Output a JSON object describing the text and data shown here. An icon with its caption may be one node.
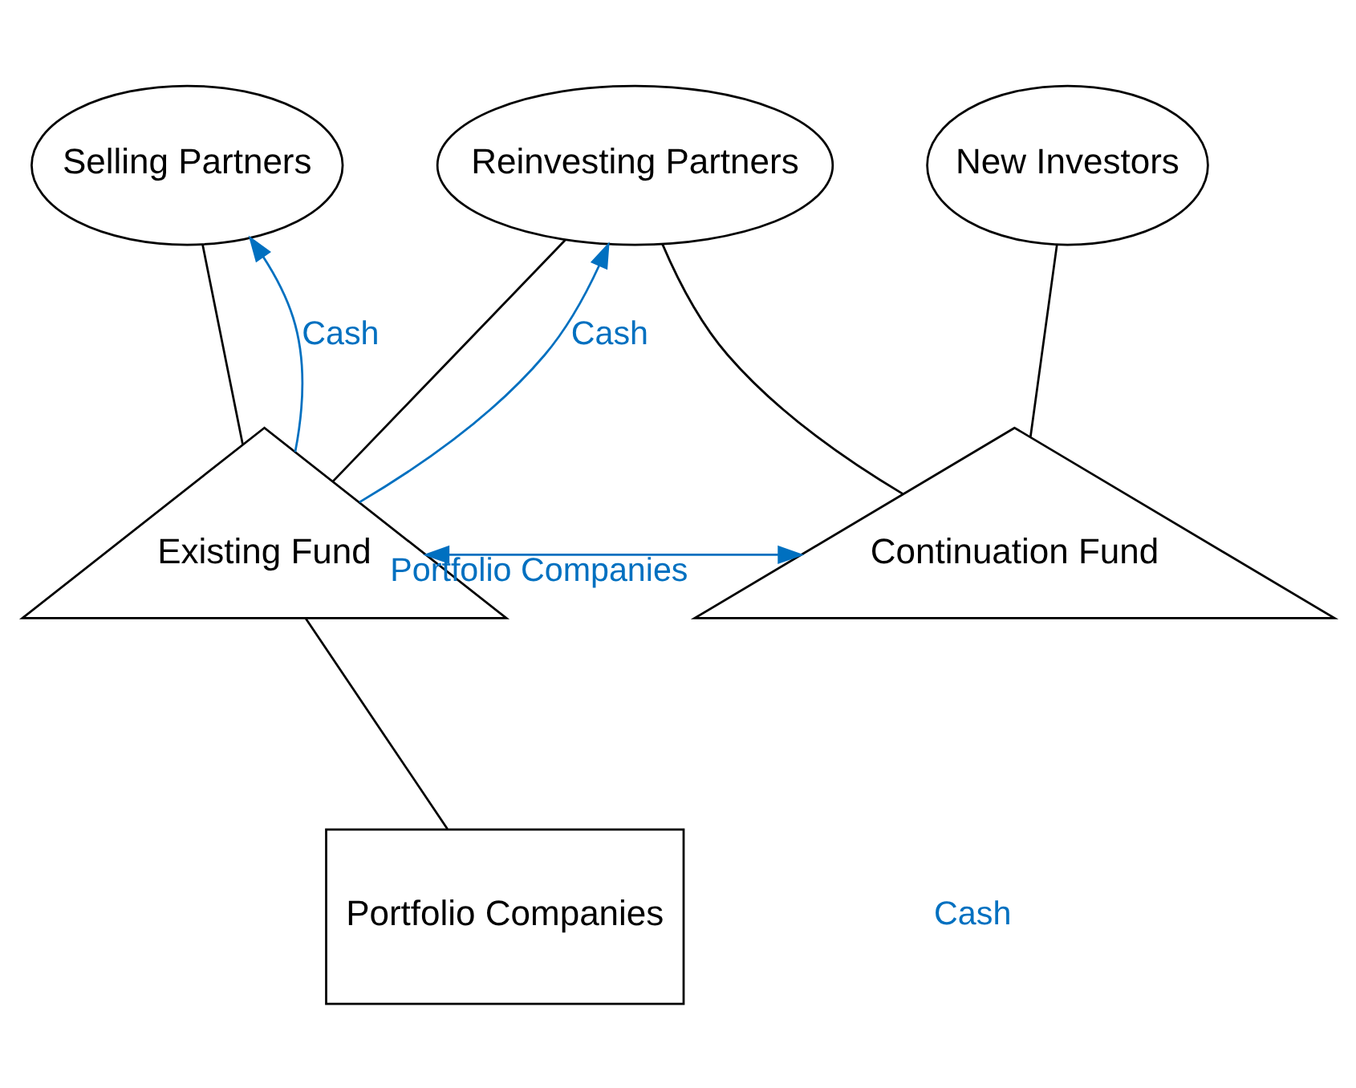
{
  "diagram": {
    "nodes": [
      {
        "text": [
          "Selling Partners"
        ]
      },
      {
        "text": [
          "Reinvesting Partners"
        ]
      },
      {
        "text": [
          "New Investors"
        ]
      },
      {
        "text": [
          "Existing Fund"
        ]
      },
      {
        "text": [
          "Continuation Fund"
        ]
      },
      {
        "text": [
          "Portfolio Companies"
        ]
      }
    ],
    "edges": [
      {
        "from": 0,
        "to": 3,
        "arrow": "none"
      },
      {
        "from": 1,
        "to": 3,
        "arrow": "none"
      },
      {
        "from": 1,
        "to": 4,
        "arrow": "none"
      },
      {
        "from": 2,
        "to": 4,
        "arrow": "none"
      },
      {
        "from": 3,
        "to": 0,
        "arrow": "to",
        "label": "Cash",
        "color": "#0070c0"
      },
      {
        "from": 3,
        "to": 1,
        "arrow": "to",
        "label": "Cash",
        "color": "#0070c0"
      },
      {
        "from": 3,
        "to": 4,
        "arrow": "both",
        "label": "Portfolio Companies",
        "color": "#0070c0"
      },
      {
        "from": 3,
        "to": 5,
        "arrow": "none"
      }
    ],
    "labels": [
      "Cash"
    ]
  }
}
